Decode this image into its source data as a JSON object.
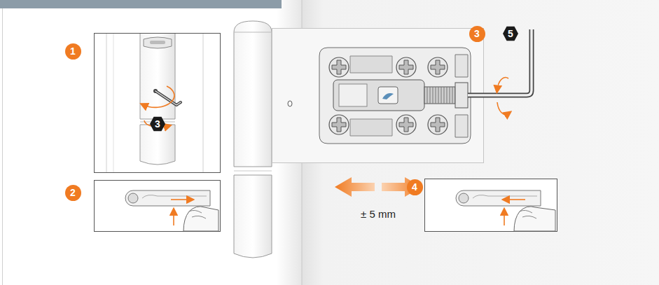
{
  "diagram": {
    "labels": [
      "1",
      "3",
      "2",
      "3",
      "5",
      "4",
      "± 5 mm"
    ]
  }
}
